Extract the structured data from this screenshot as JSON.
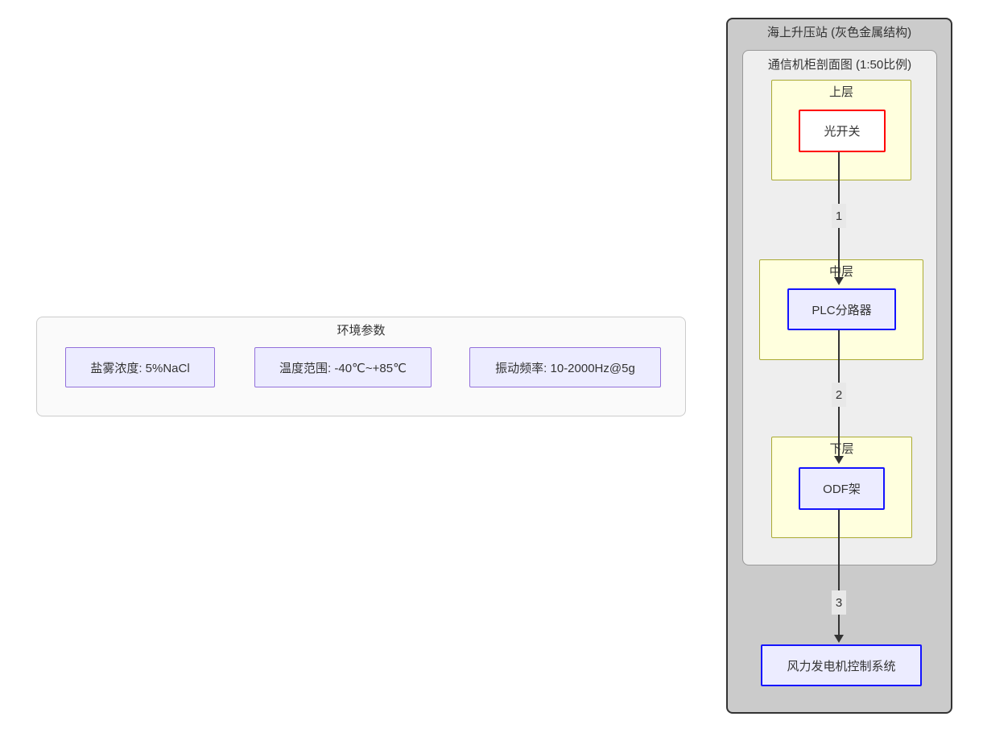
{
  "diagram": {
    "env": {
      "title": "环境参数",
      "nodes": [
        {
          "label": "盐雾浓度: 5%NaCl"
        },
        {
          "label": "温度范围: -40℃~+85℃"
        },
        {
          "label": "振动频率: 10-2000Hz@5g"
        }
      ]
    },
    "station": {
      "title": "海上升压站 (灰色金属结构)",
      "cabinet": {
        "title": "通信机柜剖面图 (1:50比例)",
        "layers": [
          {
            "title": "上层",
            "node": "光开关"
          },
          {
            "title": "中层",
            "node": "PLC分路器"
          },
          {
            "title": "下层",
            "node": "ODF架"
          }
        ]
      },
      "control_node": "风力发电机控制系统",
      "edges": [
        {
          "label": "1"
        },
        {
          "label": "2"
        },
        {
          "label": "3"
        }
      ]
    },
    "colors": {
      "station_fill": "#cbcbcb",
      "cabinet_fill": "#eeeeee",
      "layer_fill": "#ffffde",
      "layer_stroke": "#aaaa33",
      "node_fill": "#ececff",
      "blue_node_stroke": "#1414ff",
      "optical_switch_stroke": "#ff0000",
      "env_node_stroke": "#9370db",
      "edge_color": "#333333",
      "edge_label_bg": "#e8e8e8"
    }
  }
}
